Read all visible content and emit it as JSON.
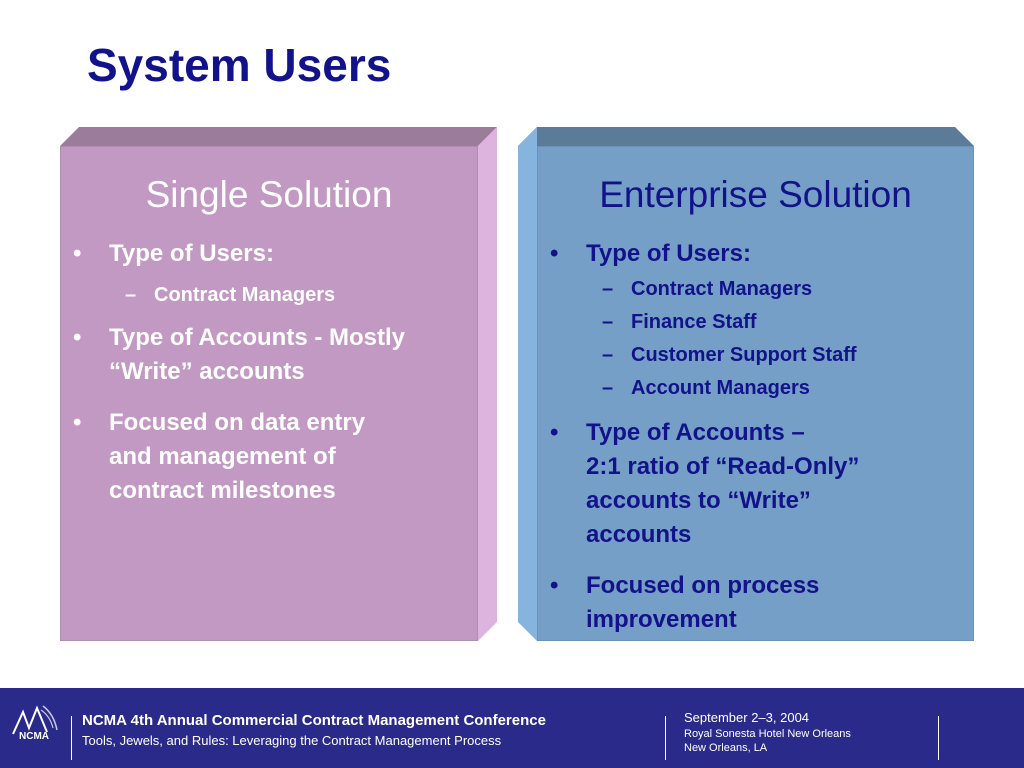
{
  "title": "System Users",
  "single": {
    "heading": "Single Solution",
    "bullets": [
      {
        "text": "Type of Users:",
        "sub": [
          "Contract Managers"
        ]
      },
      {
        "line1": "Type of Accounts - Mostly",
        "line2": "“Write” accounts"
      },
      {
        "line1": "Focused on data entry",
        "line2": "and management of",
        "line3": "contract milestones"
      }
    ]
  },
  "enterprise": {
    "heading": "Enterprise Solution",
    "bullets": [
      {
        "text": "Type of Users:",
        "sub": [
          "Contract Managers",
          "Finance Staff",
          "Customer Support Staff",
          "Account Managers"
        ]
      },
      {
        "line1": "Type of Accounts –",
        "line2": "2:1 ratio of “Read-Only”",
        "line3": "accounts to “Write”",
        "line4": "accounts"
      },
      {
        "line1": "Focused on process",
        "line2": "improvement"
      }
    ]
  },
  "footer": {
    "logo_text": "NCMA",
    "conference": "NCMA 4th Annual Commercial Contract Management Conference",
    "subtitle": "Tools, Jewels, and Rules: Leveraging the Contract Management Process",
    "date": "September 2–3, 2004",
    "venue": "Royal Sonesta Hotel New Orleans",
    "city": "New Orleans, LA"
  },
  "symbols": {
    "bullet": "•",
    "dash": "–"
  },
  "colors": {
    "title": "#12128a",
    "single_front": "#c299c2",
    "enterprise_front": "#759fc6",
    "footer_bg": "#2a2a8a"
  }
}
